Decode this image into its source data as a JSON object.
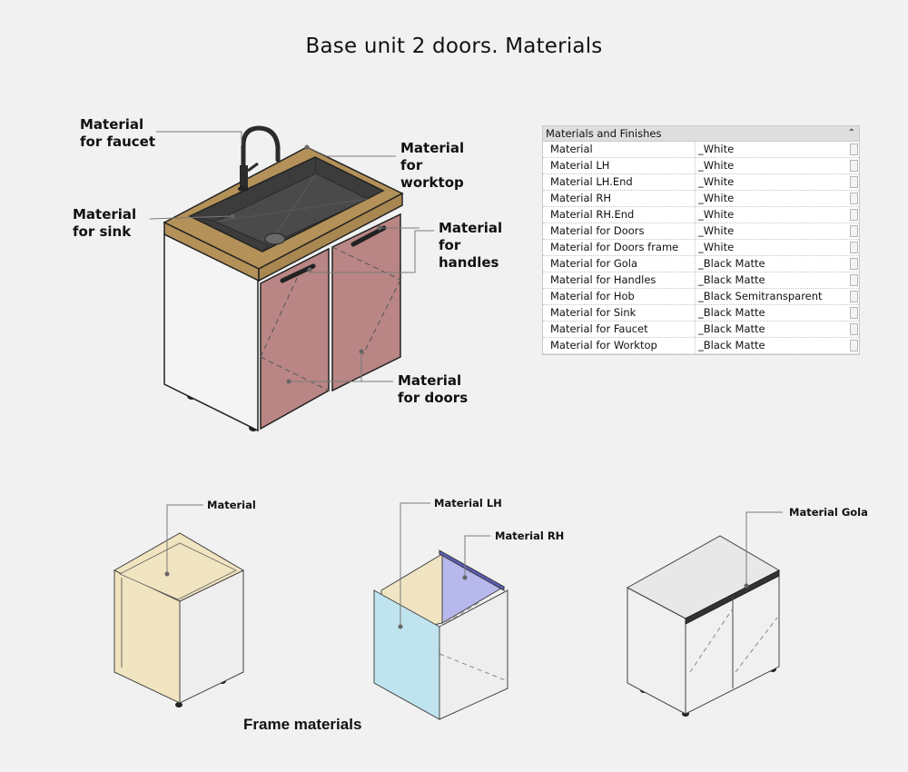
{
  "page_title": "Base unit 2 doors. Materials",
  "callouts": {
    "faucet": "Material for faucet",
    "worktop": "Material for worktop",
    "sink": "Material for sink",
    "handles": "Material for handles",
    "doors": "Material for doors"
  },
  "lower_callouts": {
    "material": "Material",
    "material_lh": "Material LH",
    "material_rh": "Material RH",
    "material_gola": "Material Gola"
  },
  "frame_materials_label": "Frame materials",
  "panel": {
    "header": "Materials and Finishes",
    "collapse_icon": "⌃",
    "rows": [
      {
        "name": "Material",
        "value": "_White"
      },
      {
        "name": "Material LH",
        "value": "_White"
      },
      {
        "name": "Material LH.End",
        "value": "_White"
      },
      {
        "name": "Material RH",
        "value": "_White"
      },
      {
        "name": "Material RH.End",
        "value": "_White"
      },
      {
        "name": "Material for Doors",
        "value": "_White"
      },
      {
        "name": "Material for Doors frame",
        "value": "_White"
      },
      {
        "name": "Material for Gola",
        "value": "_Black Matte"
      },
      {
        "name": "Material for Handles",
        "value": "_Black Matte"
      },
      {
        "name": "Material for Hob",
        "value": "_Black Semitransparent"
      },
      {
        "name": "Material for Sink",
        "value": "_Black Matte"
      },
      {
        "name": "Material for Faucet",
        "value": "_Black Matte"
      },
      {
        "name": "Material for Worktop",
        "value": "_Black Matte"
      }
    ]
  },
  "colors": {
    "worktop": "#b39158",
    "doors": "#b98685",
    "sink": "#3c3c3c",
    "frame_material": "#f1e4c0",
    "material_lh": "#f0e4c2",
    "material_rh": "#b7b8ec",
    "side_panel_blue": "#bfe3ef"
  }
}
